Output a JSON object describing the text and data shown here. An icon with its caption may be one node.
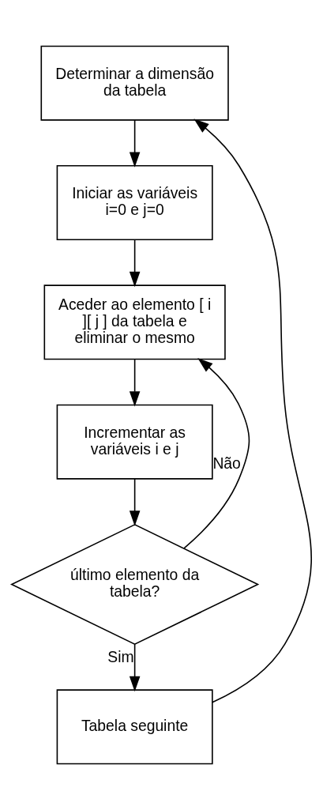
{
  "diagram": {
    "nodes": [
      {
        "text": [
          "Determinar a dimensão da tabela"
        ]
      },
      {
        "text": [
          "Iniciar as variáveis i=0 e j=0"
        ]
      },
      {
        "text": [
          "Aceder ao elemento [ i ][ j ] da tabela e eliminar o mesmo"
        ]
      },
      {
        "text": [
          "Incrementar as variáveis i e j"
        ]
      },
      {
        "text": [
          "último elemento da tabela?"
        ]
      },
      {
        "text": [
          "Tabela seguinte"
        ]
      }
    ],
    "edges": [
      {
        "from": 0,
        "to": 1,
        "arrow": "to"
      },
      {
        "from": 1,
        "to": 2,
        "arrow": "to"
      },
      {
        "from": 2,
        "to": 3,
        "arrow": "to"
      },
      {
        "from": 3,
        "to": 4,
        "arrow": "to"
      },
      {
        "from": 4,
        "to": 2,
        "arrow": "to",
        "label": "Não"
      },
      {
        "from": 4,
        "to": 5,
        "arrow": "to",
        "label": "Sim"
      },
      {
        "from": 5,
        "to": 0,
        "arrow": "to"
      }
    ]
  }
}
